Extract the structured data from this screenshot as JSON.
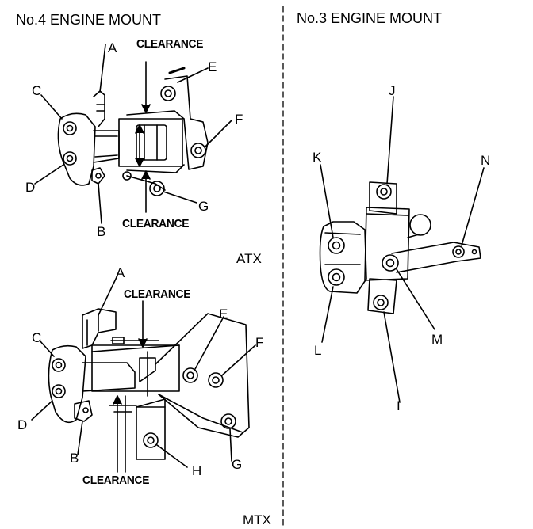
{
  "titles": {
    "left": "No.4 ENGINE MOUNT",
    "right": "No.3 ENGINE MOUNT"
  },
  "atx": {
    "variant": "ATX",
    "clearance_label": "CLEARANCE",
    "callouts": [
      "A",
      "B",
      "C",
      "D",
      "E",
      "F",
      "G"
    ]
  },
  "mtx": {
    "variant": "MTX",
    "clearance_label": "CLEARANCE",
    "callouts": [
      "A",
      "B",
      "C",
      "D",
      "E",
      "F",
      "G",
      "H"
    ]
  },
  "no3": {
    "callouts": [
      "I",
      "J",
      "K",
      "L",
      "M",
      "N"
    ]
  },
  "colors": {
    "ink": "#000000",
    "background": "#ffffff"
  }
}
